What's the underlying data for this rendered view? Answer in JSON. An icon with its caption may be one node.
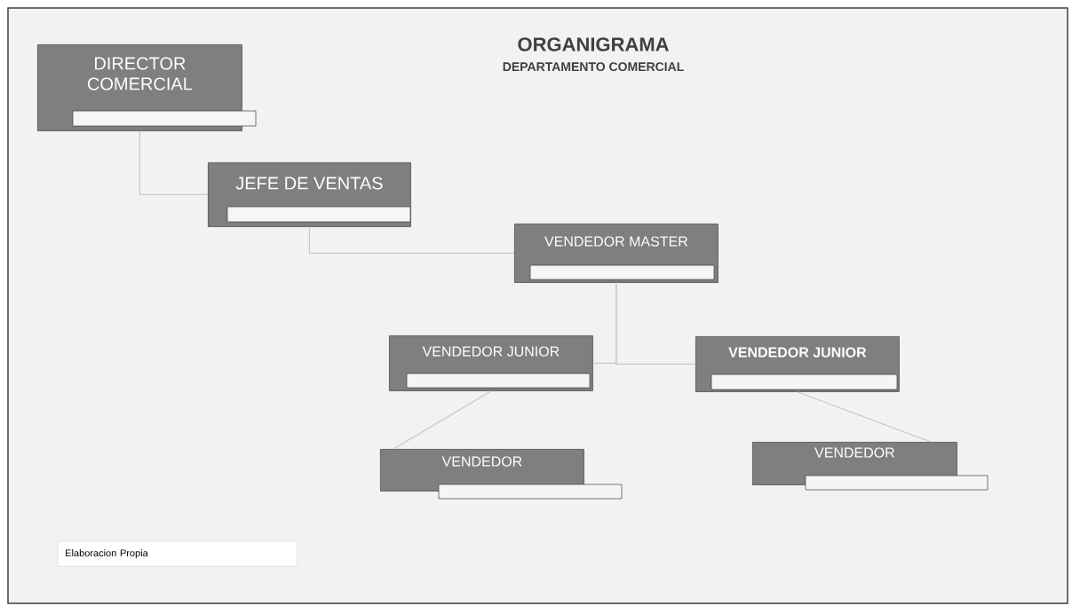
{
  "diagram": {
    "title": "ORGANIGRAMA",
    "nodes": [
      {
        "text": [
          "DIRECTOR COMERCIAL"
        ]
      },
      {
        "text": [
          "JEFE DE VENTAS"
        ]
      },
      {
        "text": [
          "VENDEDOR MASTER"
        ]
      },
      {
        "text": [
          "VENDEDOR JUNIOR"
        ]
      },
      {
        "text": [
          "VENDEDOR JUNIOR"
        ]
      },
      {
        "text": [
          "VENDEDOR"
        ]
      },
      {
        "text": [
          "VENDEDOR"
        ]
      },
      {
        "text": [
          "Elaboracion Propia"
        ]
      }
    ],
    "edges": [
      {
        "from": 0,
        "to": 1,
        "arrow": "none"
      },
      {
        "from": 1,
        "to": 2,
        "arrow": "none"
      },
      {
        "from": 2,
        "to": 3,
        "arrow": "none"
      },
      {
        "from": 2,
        "to": 4,
        "arrow": "none"
      },
      {
        "from": 3,
        "to": 5,
        "arrow": "none"
      },
      {
        "from": 4,
        "to": 6,
        "arrow": "none"
      }
    ],
    "labels": [
      "DEPARTAMENTO COMERCIAL"
    ]
  }
}
